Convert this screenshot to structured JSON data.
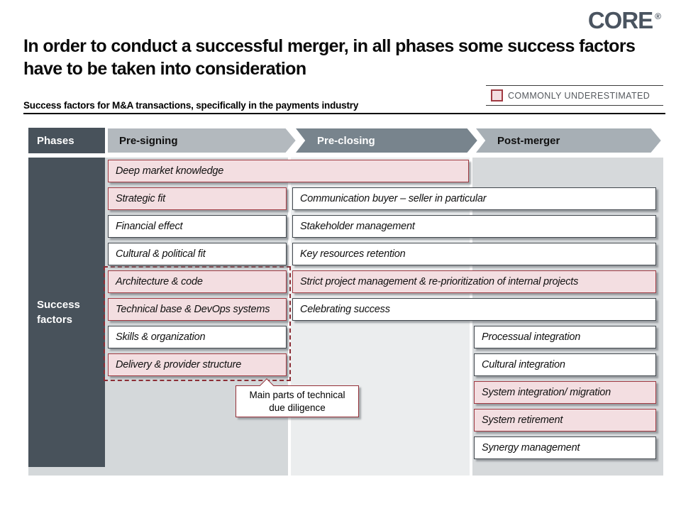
{
  "logo": {
    "text": "CORE",
    "registered": "®"
  },
  "title": "In order to conduct a successful merger, in all phases some success factors have to be taken into consideration",
  "subtitle": "Success factors for M&A transactions,  specifically in the payments industry",
  "legend": {
    "label": "COMMONLY UNDERESTIMATED"
  },
  "colors": {
    "dark_slate": "#48525b",
    "arrow_presigning": "#b3b9be",
    "arrow_preclosing": "#78848d",
    "arrow_postmerger": "#a7afb5",
    "highlight_fill": "#f3dee1",
    "highlight_border": "#a03a42",
    "band_gray": "#d4d8da",
    "band_light": "#ebedee"
  },
  "table": {
    "phases_label": "Phases",
    "success_label": "Success factors",
    "phases": [
      {
        "label": "Pre-signing"
      },
      {
        "label": "Pre-closing"
      },
      {
        "label": "Post-merger"
      }
    ],
    "boxes": [
      {
        "label": "Deep market knowledge",
        "highlighted": true
      },
      {
        "label": "Strategic fit",
        "highlighted": true
      },
      {
        "label": "Communication buyer – seller in particular",
        "highlighted": false
      },
      {
        "label": "Financial effect",
        "highlighted": false
      },
      {
        "label": "Stakeholder management",
        "highlighted": false
      },
      {
        "label": "Cultural & political fit",
        "highlighted": false
      },
      {
        "label": "Key resources retention",
        "highlighted": false
      },
      {
        "label": "Architecture & code",
        "highlighted": true
      },
      {
        "label": "Strict project management & re-prioritization of internal projects",
        "highlighted": true
      },
      {
        "label": "Technical base & DevOps systems",
        "highlighted": true
      },
      {
        "label": "Celebrating success",
        "highlighted": false
      },
      {
        "label": "Skills & organization",
        "highlighted": false
      },
      {
        "label": "Processual integration",
        "highlighted": false
      },
      {
        "label": "Delivery & provider structure",
        "highlighted": true
      },
      {
        "label": "Cultural integration",
        "highlighted": false
      },
      {
        "label": "System integration/ migration",
        "highlighted": true
      },
      {
        "label": "System retirement",
        "highlighted": true
      },
      {
        "label": "Synergy management",
        "highlighted": false
      }
    ],
    "callout": "Main parts of technical due diligence"
  }
}
